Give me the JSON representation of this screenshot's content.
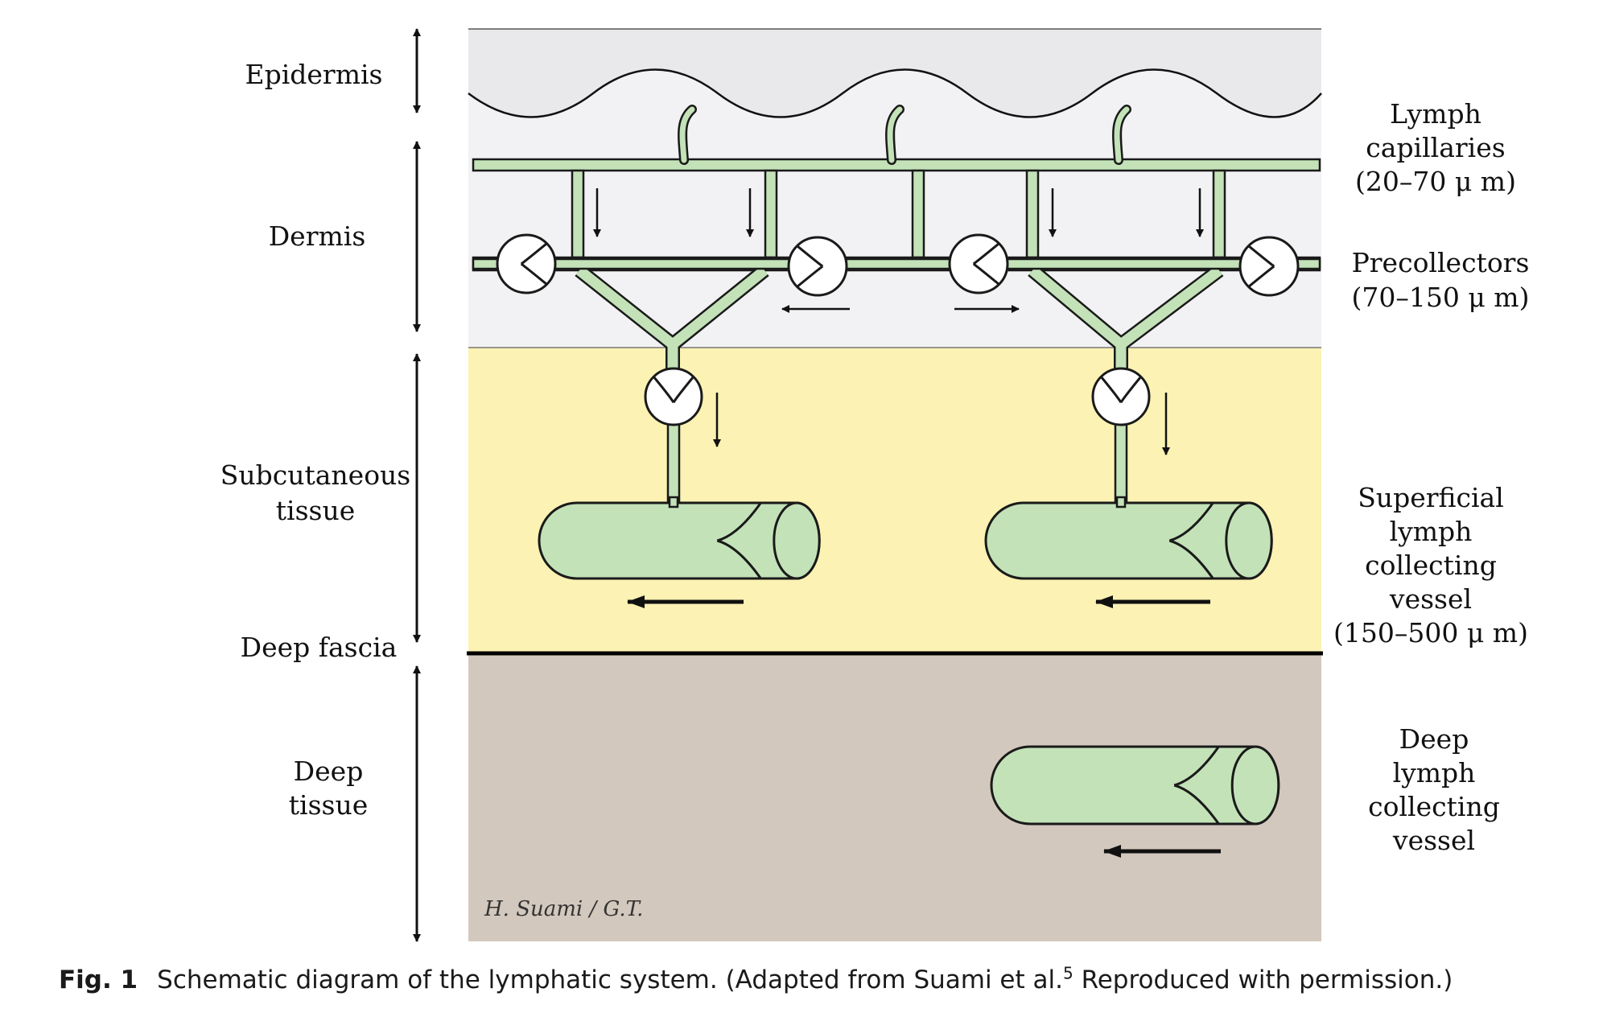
{
  "layers": [
    {
      "name": "Epidermis",
      "color": "#e9e9ec"
    },
    {
      "name": "Dermis",
      "color": "#f2f2f4"
    },
    {
      "name": "Subcutaneous tissue",
      "lines": [
        "Subcutaneous",
        "tissue"
      ],
      "color": "#fbf2b3"
    },
    {
      "name": "Deep fascia"
    },
    {
      "name": "Deep tissue",
      "lines": [
        "Deep",
        "tissue"
      ],
      "color": "#d3c8bd"
    }
  ],
  "vessels": {
    "capillaries": {
      "lines": [
        "Lymph",
        "capillaries",
        "(20–70 μ m)"
      ]
    },
    "precollectors": {
      "lines": [
        "Precollectors",
        "(70–150 μ m)"
      ]
    },
    "superficial": {
      "lines": [
        "Superficial",
        "lymph",
        "collecting",
        "vessel",
        "(150–500 μ m)"
      ]
    },
    "deep": {
      "lines": [
        "Deep",
        "lymph",
        "collecting",
        "vessel"
      ]
    }
  },
  "colors": {
    "vessel": "#c3e2b8",
    "outline": "#1a1a1a"
  },
  "signature": "H. Suami / G.T.",
  "caption": {
    "number": "Fig. 1",
    "text": "Schematic diagram of the lymphatic system. (Adapted from Suami et al.",
    "ref": "5",
    "tail": " Reproduced with permission.)"
  }
}
